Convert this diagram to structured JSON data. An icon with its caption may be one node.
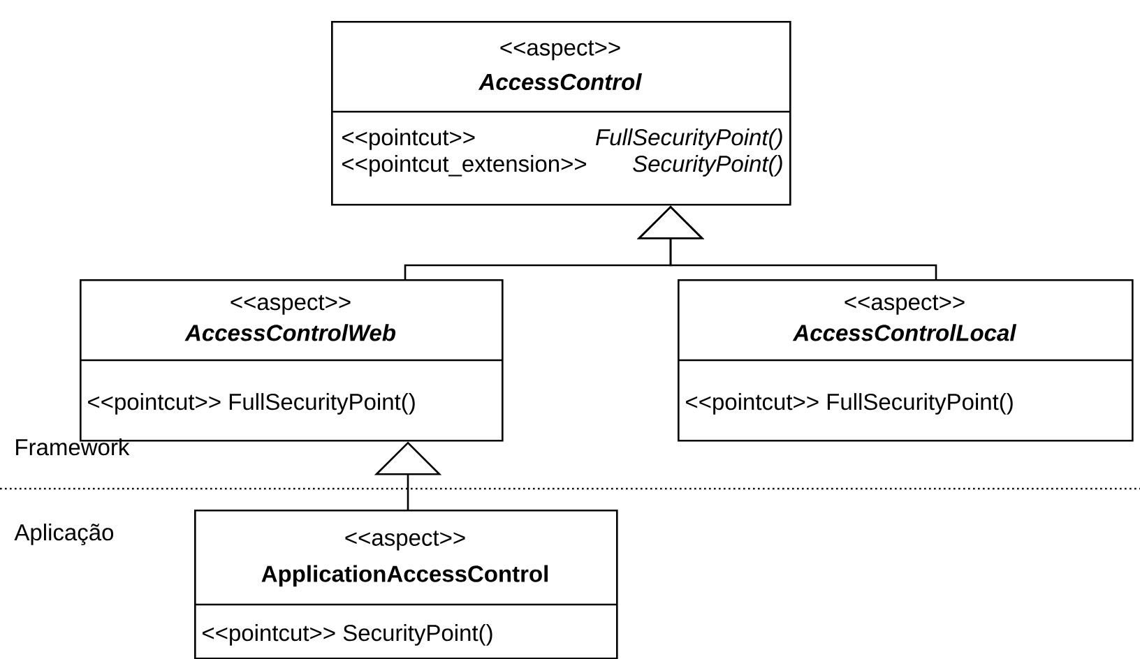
{
  "diagram": {
    "nodes": [
      {
        "text": [
          "<<aspect>>",
          "AccessControl",
          "<<pointcut>>",
          "FullSecurityPoint()",
          "<<pointcut_extension>>",
          "SecurityPoint()"
        ]
      },
      {
        "text": [
          "<<aspect>>",
          "AccessControlWeb",
          "<<pointcut>> FullSecurityPoint()"
        ]
      },
      {
        "text": [
          "<<aspect>>",
          "AccessControlLocal",
          "<<pointcut>> FullSecurityPoint()"
        ]
      },
      {
        "text": [
          "<<aspect>>",
          "ApplicationAccessControl",
          "<<pointcut>> SecurityPoint()"
        ]
      }
    ],
    "edges": [
      {
        "from": 1,
        "to": 0,
        "arrow": "to"
      },
      {
        "from": 2,
        "to": 0,
        "arrow": "to"
      },
      {
        "from": 3,
        "to": 1,
        "arrow": "to"
      }
    ],
    "labels": [
      "Framework",
      "Aplicação"
    ]
  }
}
